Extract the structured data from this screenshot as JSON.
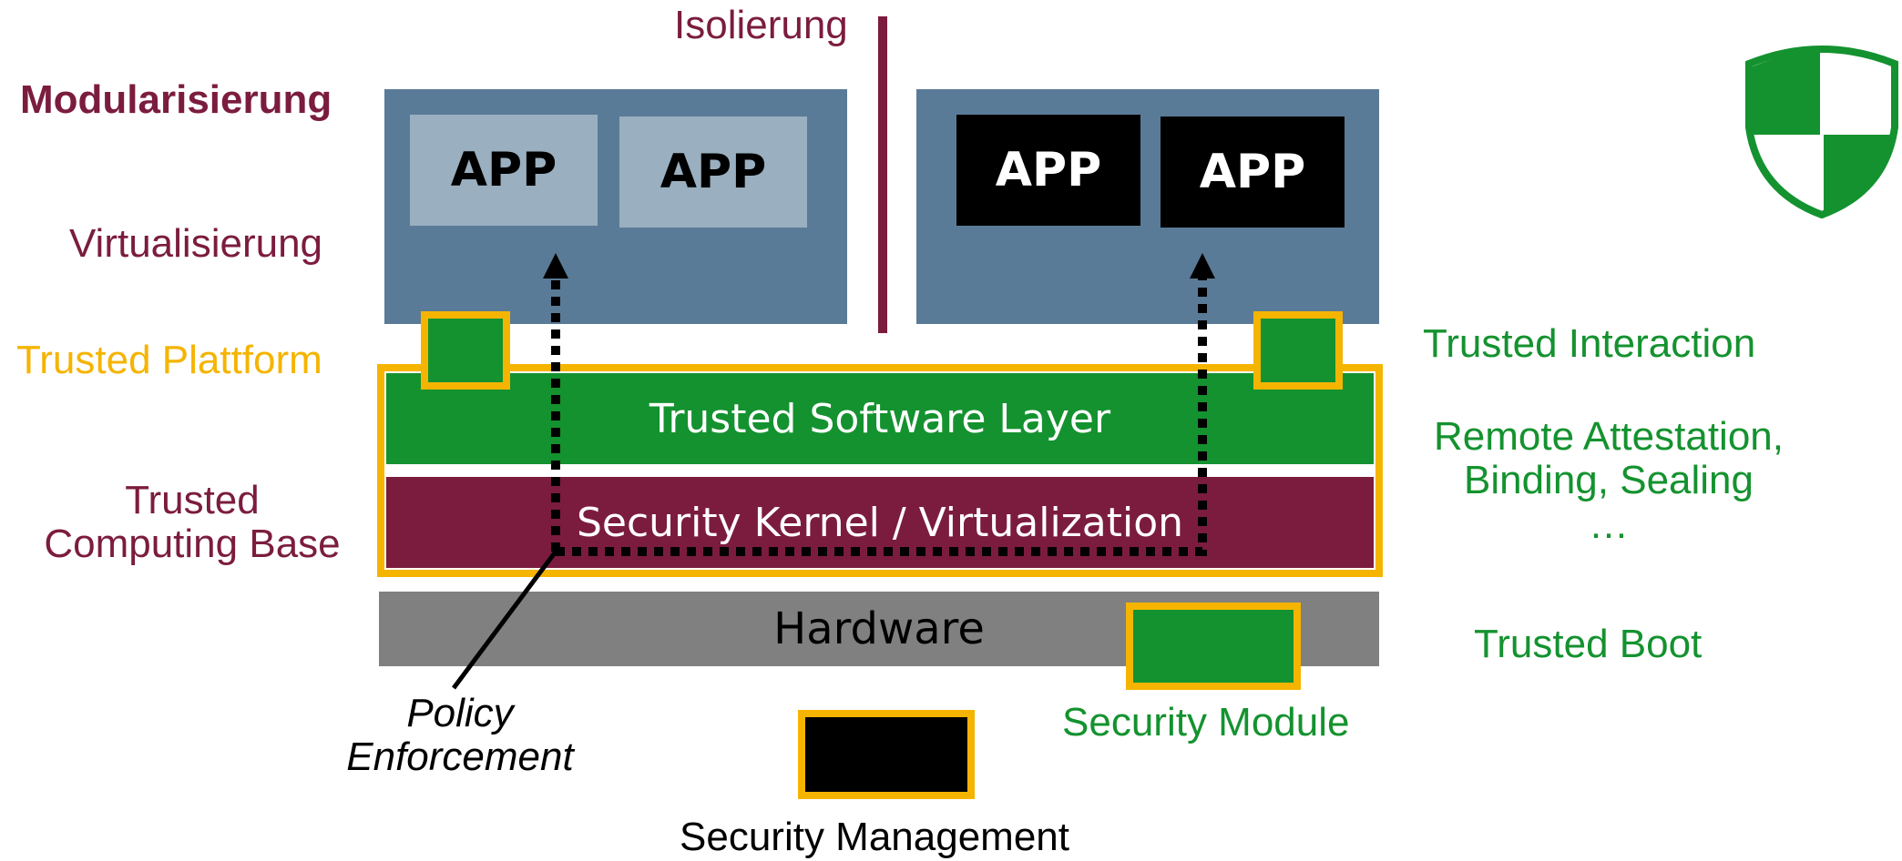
{
  "left_labels": {
    "modularisierung": "Modularisierung",
    "virtualisierung": "Virtualisierung",
    "trusted_plattform": "Trusted Plattform",
    "trusted_computing_base": "Trusted\nComputing Base"
  },
  "top_label": {
    "isolierung": "Isolierung"
  },
  "vms": {
    "left": {
      "apps": [
        "APP",
        "APP"
      ]
    },
    "right": {
      "apps": [
        "APP",
        "APP"
      ]
    }
  },
  "layers": {
    "trusted_software_layer": "Trusted Software Layer",
    "security_kernel": "Security Kernel / Virtualization",
    "hardware": "Hardware"
  },
  "right_labels": {
    "trusted_interaction": "Trusted Interaction",
    "remote_attestation": "Remote Attestation,\nBinding, Sealing\n…",
    "trusted_boot": "Trusted Boot"
  },
  "bottom_labels": {
    "policy_enforcement": "Policy\nEnforcement",
    "security_module": "Security Module",
    "security_management": "Security Management"
  },
  "colors": {
    "maroon": "#7b1c3e",
    "gold": "#f5b400",
    "green": "#14922f",
    "vm_blue": "#5a7b97",
    "hardware_gray": "#808080"
  },
  "icons": {
    "shield": "shield-icon"
  }
}
